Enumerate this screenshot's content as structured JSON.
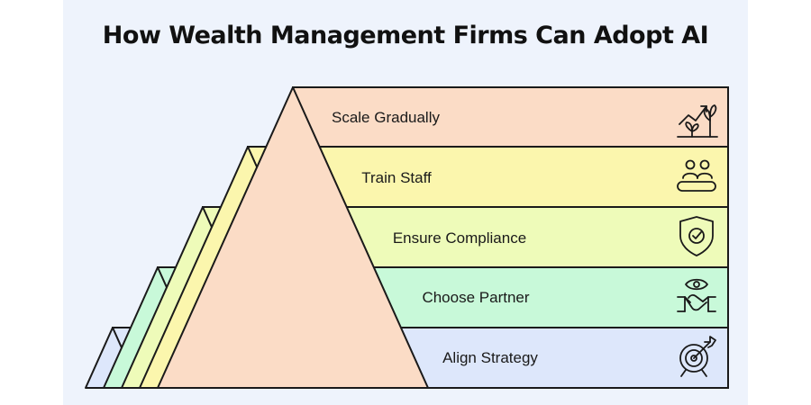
{
  "title": "How Wealth Management Firms Can Adopt AI",
  "colors": {
    "scale": "#fbdcc6",
    "train": "#fbf6ad",
    "compliance": "#eefbb9",
    "partner": "#c8f9d9",
    "align": "#dde7fb",
    "stroke": "#1a1a1a",
    "background": "#eef3fc"
  },
  "steps": [
    {
      "label": "Scale Gradually",
      "icon": "growth-plants-icon",
      "color": "#fbdcc6"
    },
    {
      "label": "Train Staff",
      "icon": "team-training-icon",
      "color": "#fbf6ad"
    },
    {
      "label": "Ensure Compliance",
      "icon": "shield-check-icon",
      "color": "#eefbb9"
    },
    {
      "label": "Choose Partner",
      "icon": "handshake-eye-icon",
      "color": "#c8f9d9"
    },
    {
      "label": "Align Strategy",
      "icon": "target-arrow-icon",
      "color": "#dde7fb"
    }
  ]
}
